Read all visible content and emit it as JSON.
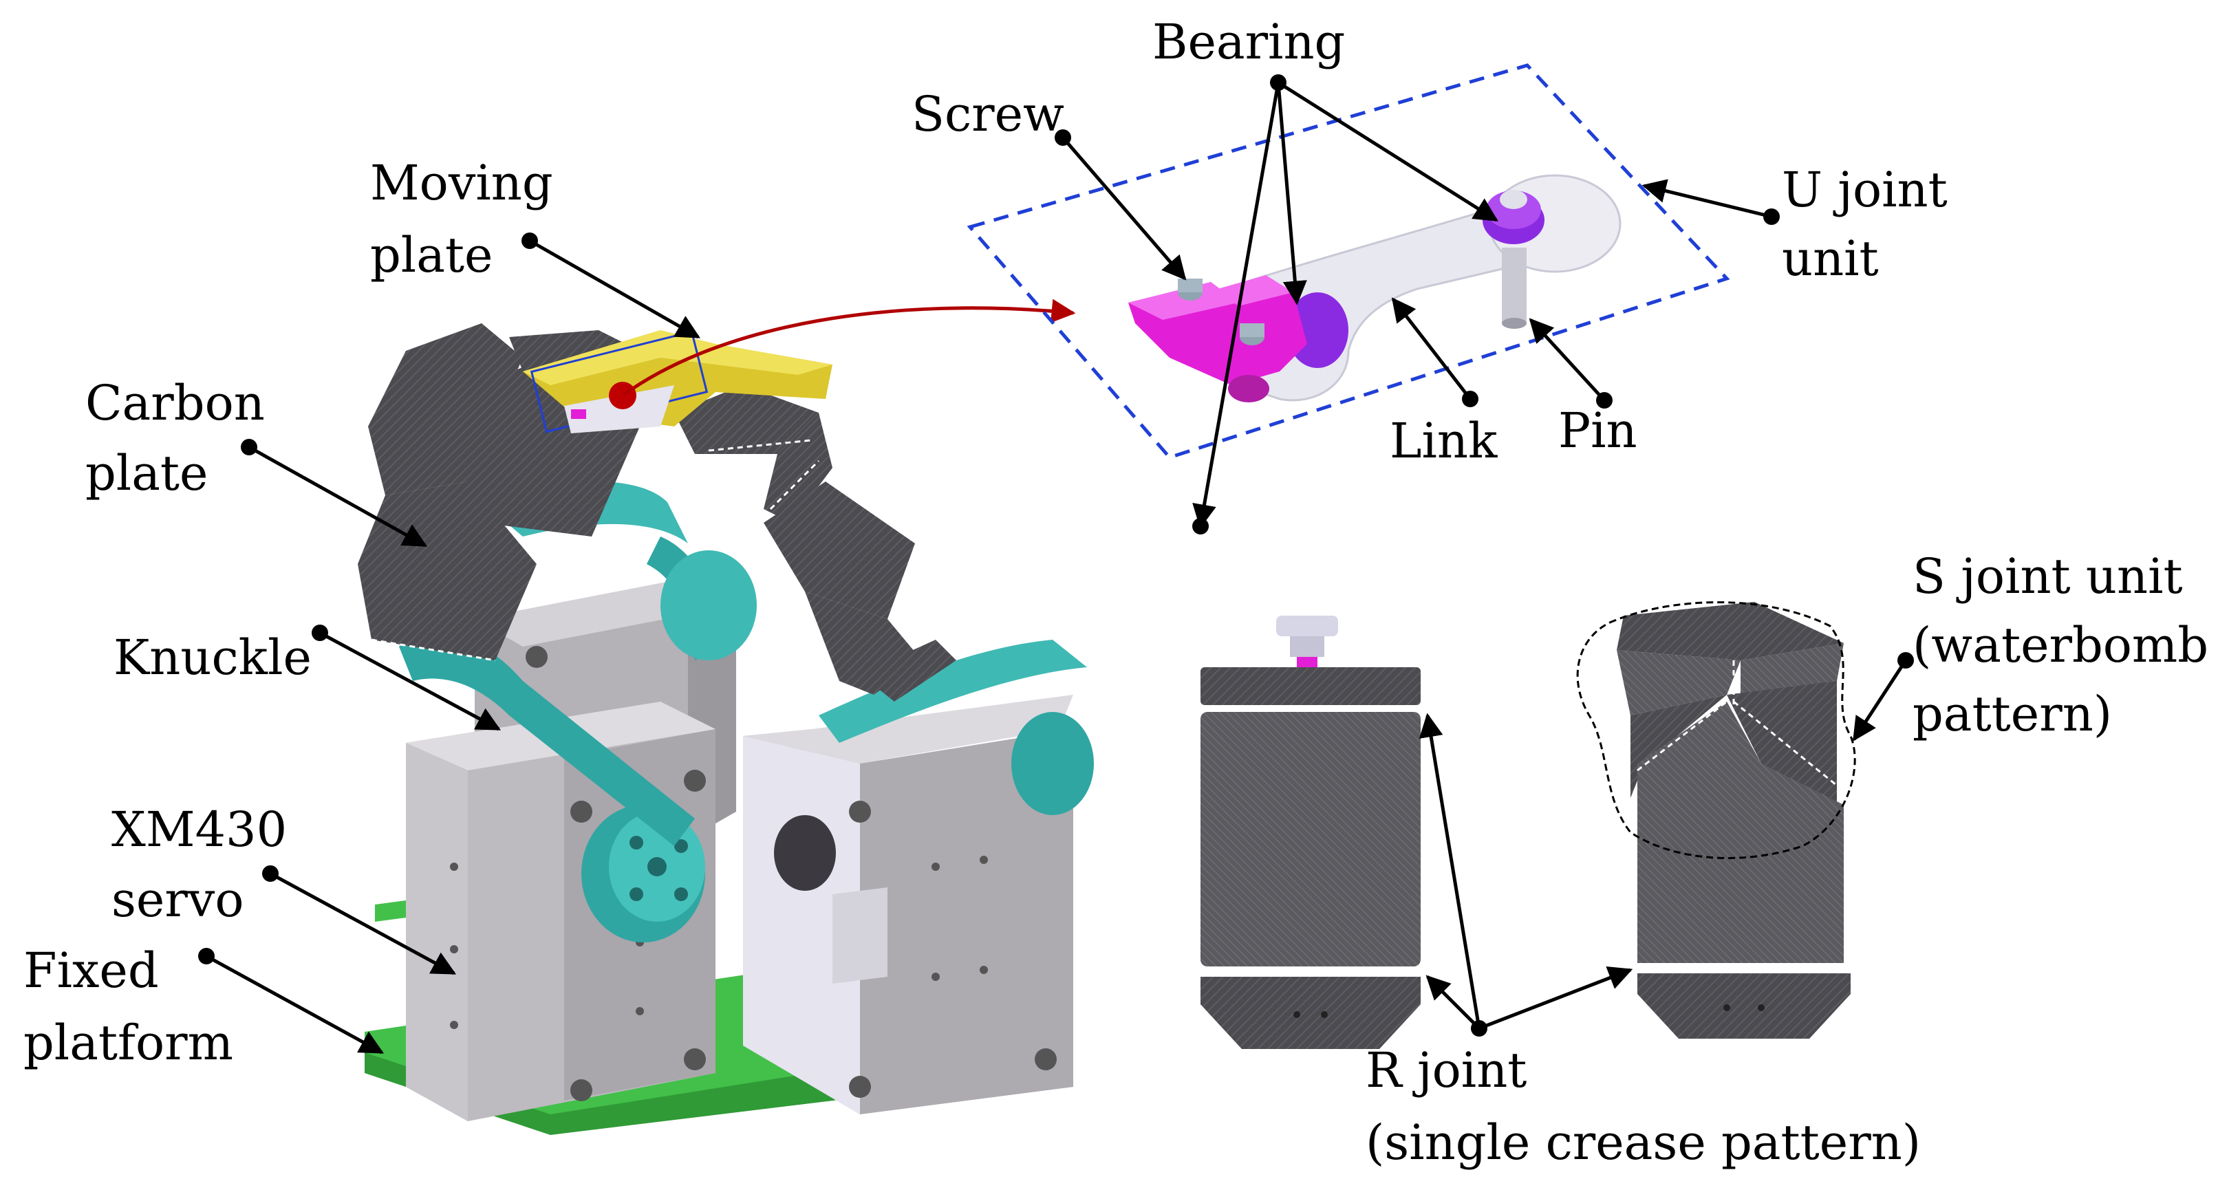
{
  "labels": {
    "moving_plate": [
      "Moving",
      "plate"
    ],
    "carbon_plate": [
      "Carbon",
      "plate"
    ],
    "knuckle": "Knuckle",
    "servo": [
      "XM430",
      "servo"
    ],
    "fixed_platform": [
      "Fixed",
      "platform"
    ],
    "screw": "Screw",
    "bearing": "Bearing",
    "u_joint": [
      "U joint",
      "unit"
    ],
    "link": "Link",
    "pin": "Pin",
    "s_joint": [
      "S joint unit",
      "(waterbomb",
      "pattern)"
    ],
    "r_joint": [
      "R joint",
      "(single crease pattern)"
    ]
  },
  "colors": {
    "carbon": "#4a4a4e",
    "carbon_dark": "#2e2e32",
    "servo_gray": "#b9b6bb",
    "servo_dark": "#8d8a90",
    "knuckle_teal": "#3fb9b4",
    "platform_green": "#3cb043",
    "moving_plate_yellow": "#e3d13a",
    "magenta": "#e21fd6",
    "purple": "#8a2be2",
    "callout_blue": "#1f3fd6",
    "arrow_red": "#b00000"
  }
}
